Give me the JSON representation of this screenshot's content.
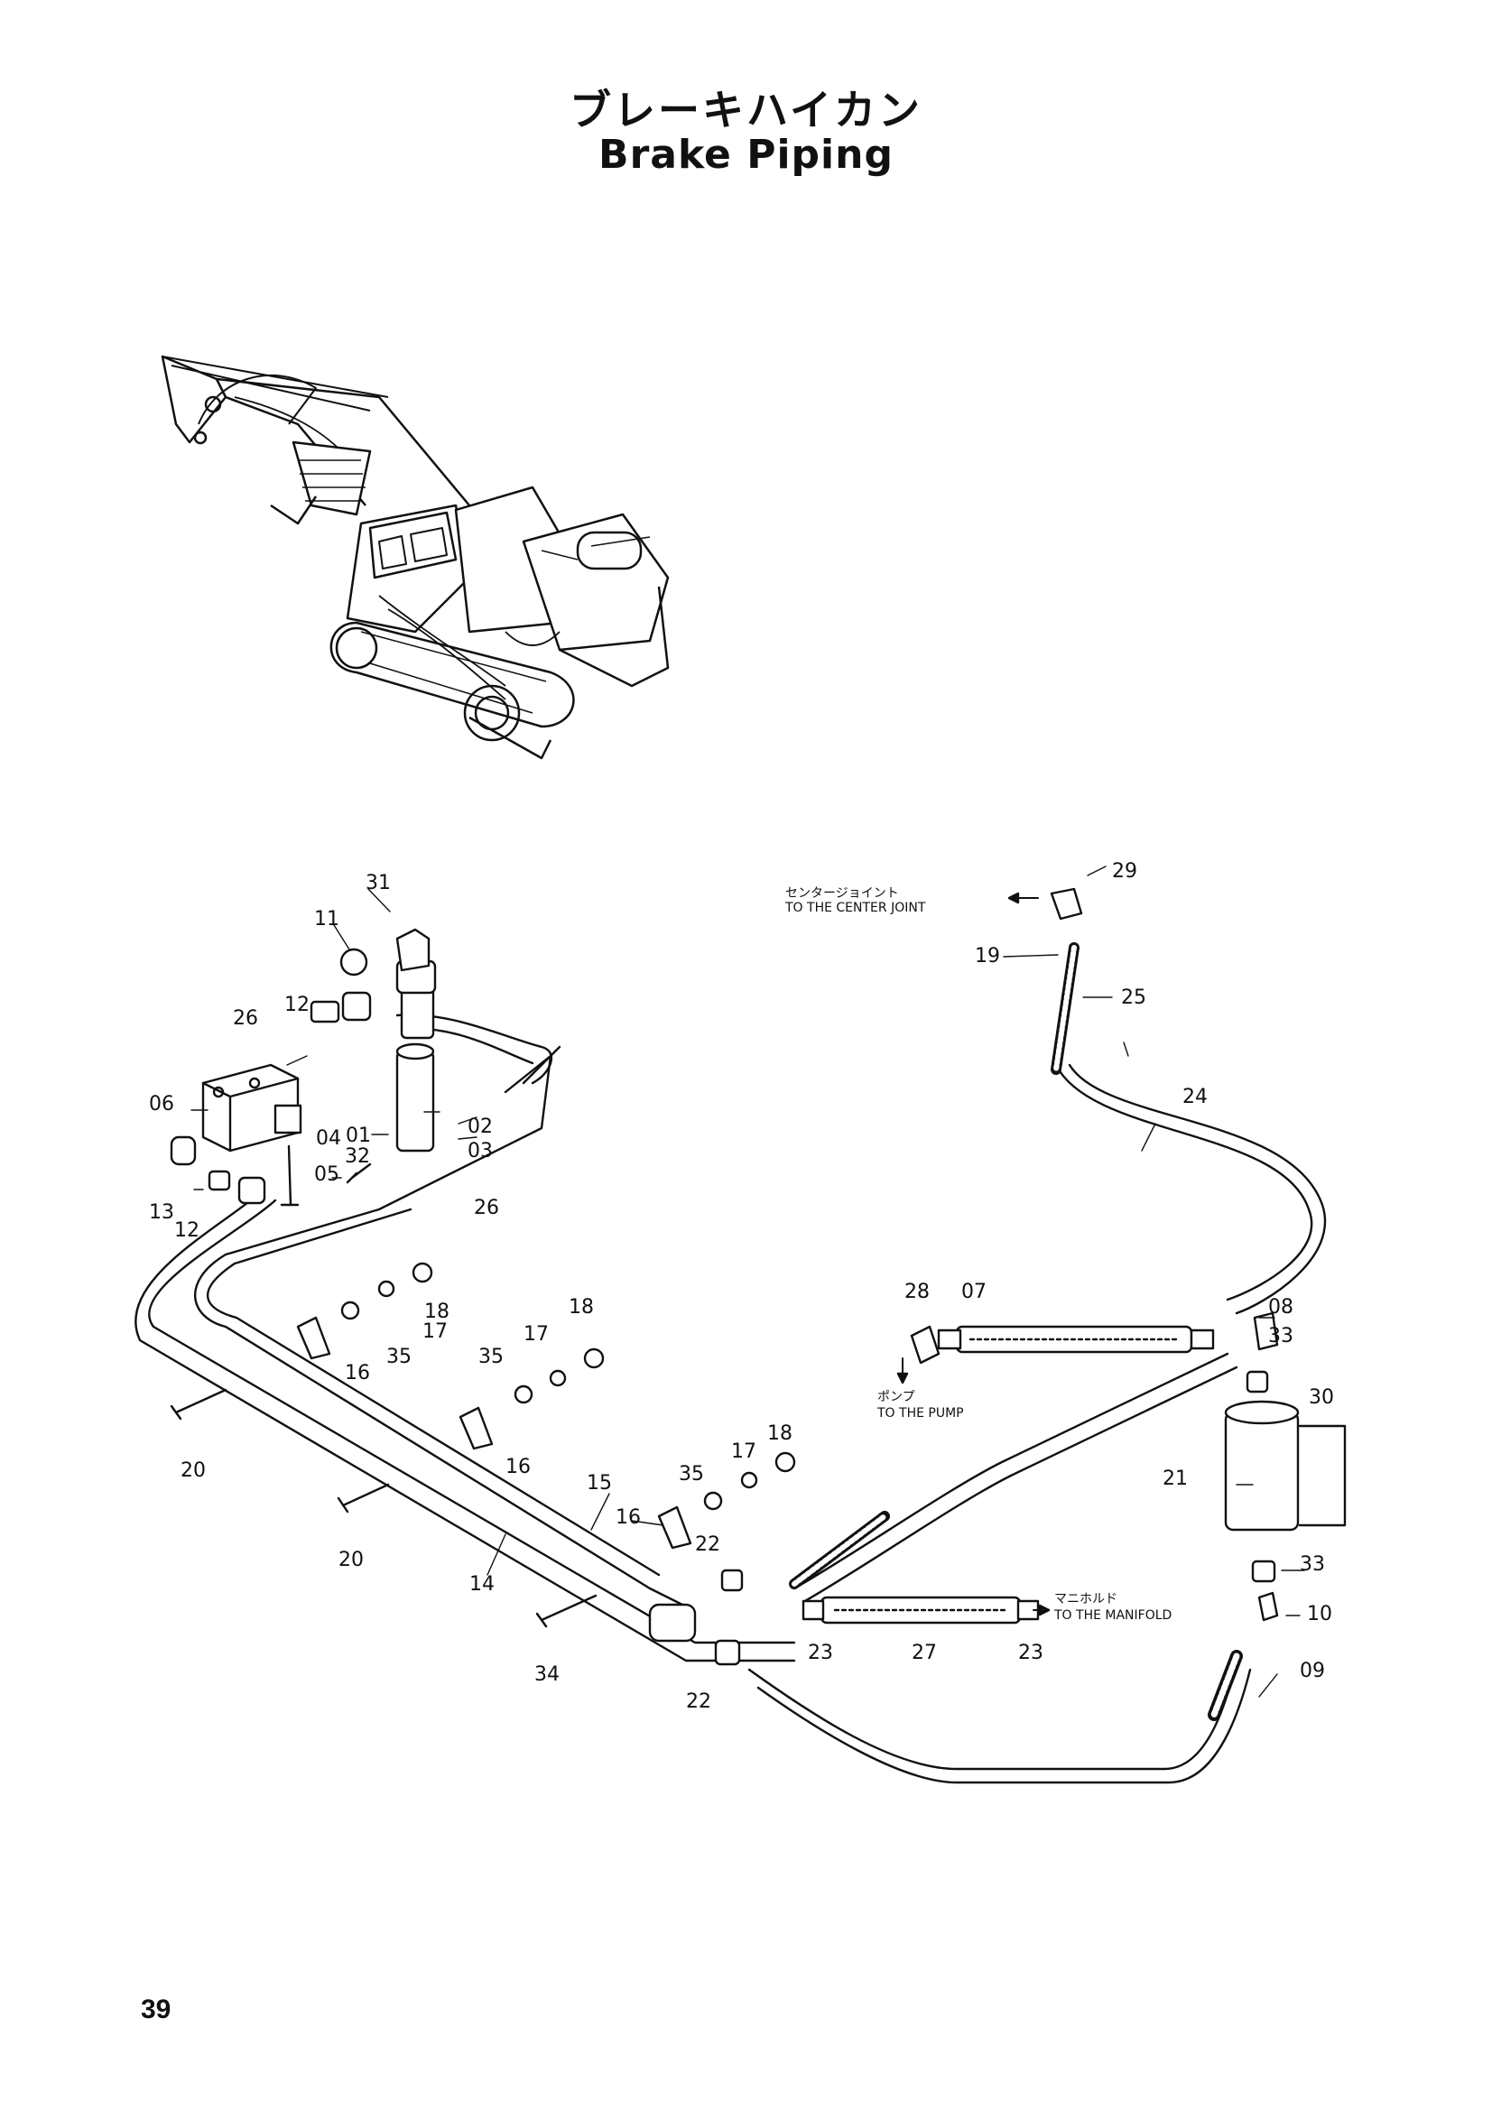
{
  "title_jp": "ブレーキハイカン",
  "title_en": "Brake Piping",
  "page_number": "39",
  "notes": {
    "center_joint_jp": "センタージョイント",
    "center_joint_en": "TO THE CENTER JOINT",
    "pump_jp": "ポンプ",
    "pump_en": "TO THE PUMP",
    "manifold_jp": "マニホルド",
    "manifold_en": "TO THE MANIFOLD"
  },
  "part_labels": {
    "p01": "01",
    "p02": "02",
    "p03": "03",
    "p04": "04",
    "p05": "05",
    "p06": "06",
    "p07": "07",
    "p08": "08",
    "p09": "09",
    "p10": "10",
    "p11": "11",
    "p12a": "12",
    "p12b": "12",
    "p13": "13",
    "p14": "14",
    "p15": "15",
    "p16a": "16",
    "p16b": "16",
    "p16c": "16",
    "p17a": "17",
    "p17b": "17",
    "p17c": "17",
    "p18a": "18",
    "p18b": "18",
    "p18c": "18",
    "p19": "19",
    "p20a": "20",
    "p20b": "20",
    "p21": "21",
    "p22a": "22",
    "p22b": "22",
    "p23a": "23",
    "p23b": "23",
    "p24": "24",
    "p25": "25",
    "p26a": "26",
    "p26b": "26",
    "p27": "27",
    "p28": "28",
    "p29": "29",
    "p30": "30",
    "p31": "31",
    "p32": "32",
    "p33a": "33",
    "p33b": "33",
    "p34": "34",
    "p35a": "35",
    "p35b": "35",
    "p35c": "35"
  }
}
